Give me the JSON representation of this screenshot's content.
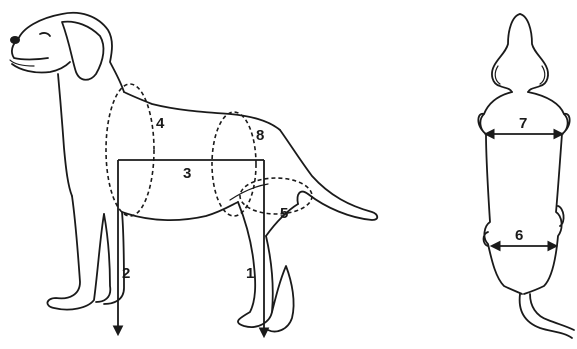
{
  "labels": {
    "m1": "1",
    "m2": "2",
    "m3": "3",
    "m4": "4",
    "m5": "5",
    "m6": "6",
    "m7": "7",
    "m8": "8"
  },
  "colors": {
    "ink": "#1a1a1a",
    "background": "#ffffff"
  }
}
